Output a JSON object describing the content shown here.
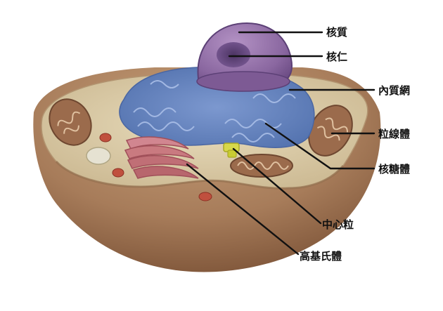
{
  "labels": {
    "nucleoplasm": "核質",
    "nucleolus": "核仁",
    "endoplasmic_reticulum": "內質網",
    "mitochondrion": "粒線體",
    "ribosome": "核糖體",
    "centriole": "中心粒",
    "golgi": "高基氏體"
  },
  "colors": {
    "cell_body": "#a97e5b",
    "cytoplasm": "#d8c8a4",
    "nucleus": "#8d6aa3",
    "er": "#6a88c0",
    "golgi": "#c97a80",
    "mitochondrion": "#9b6b4c",
    "centriole": "#d7d84a"
  }
}
